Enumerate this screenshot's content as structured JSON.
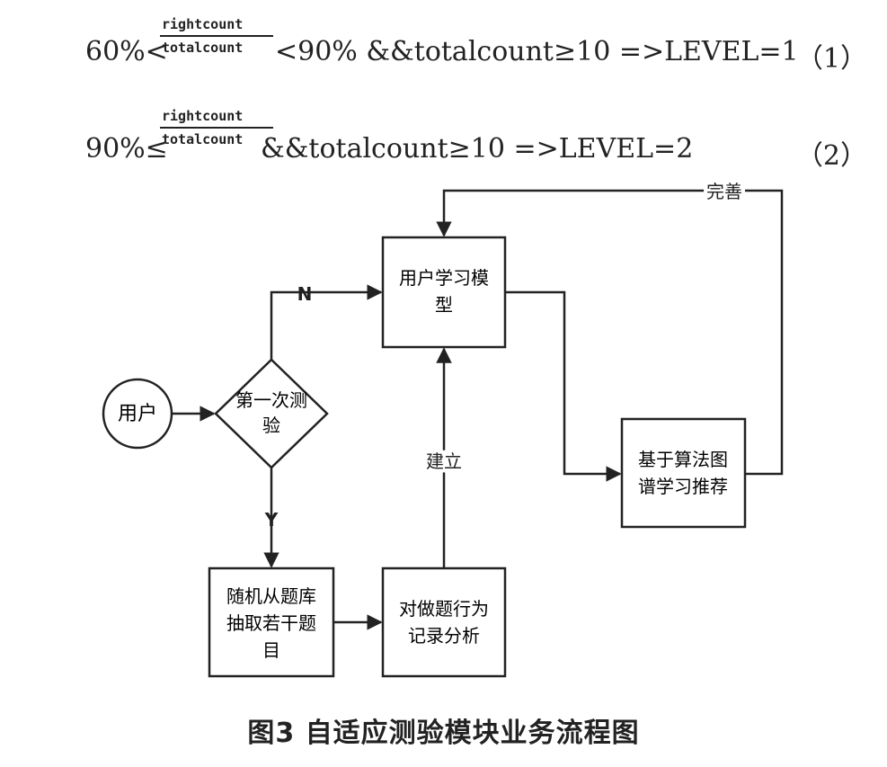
{
  "formulas": [
    {
      "prefix": "60%<",
      "numerator": "rightcount",
      "denominator": "totalcount",
      "suffix": "<90% &&totalcount≥10 =>LEVEL=1",
      "number": "（1）"
    },
    {
      "prefix": "90%≤",
      "numerator": "rightcount",
      "denominator": "totalcount",
      "suffix": "&&totalcount≥10  =>LEVEL=2",
      "number": "（2）"
    }
  ],
  "flowchart": {
    "start": "用户",
    "decision": [
      "第一次测",
      "验"
    ],
    "model": [
      "用户学习模",
      "型"
    ],
    "recommend": [
      "基于算法图",
      "谱学习推荐"
    ],
    "random": [
      "随机从题库",
      "抽取若干题",
      "目"
    ],
    "record": [
      "对做题行为",
      "记录分析"
    ],
    "labels": {
      "no": "N",
      "yes": "Y",
      "build": "建立",
      "improve": "完善"
    }
  },
  "caption": "图3  自适应测验模块业务流程图"
}
